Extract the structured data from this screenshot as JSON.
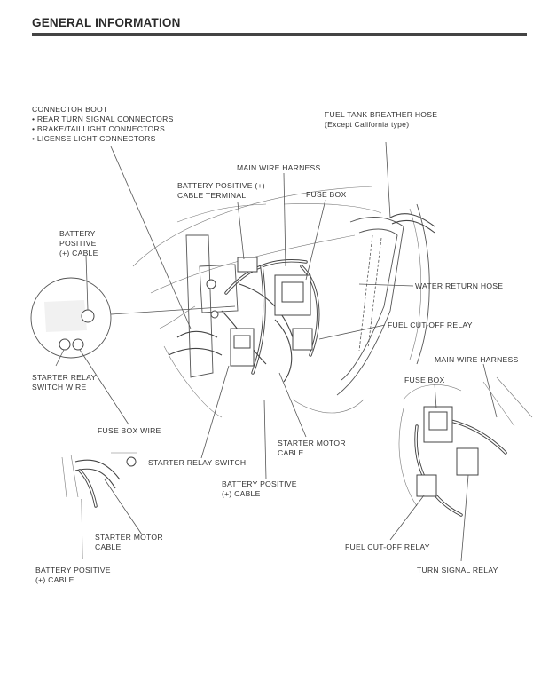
{
  "header": {
    "title": "GENERAL INFORMATION"
  },
  "labels": {
    "connector_boot": "CONNECTOR BOOT",
    "rear_turn_signal": "• REAR TURN SIGNAL CONNECTORS",
    "brake_taillight": "• BRAKE/TAILLIGHT CONNECTORS",
    "license_light": "• LICENSE LIGHT CONNECTORS",
    "fuel_tank_breather_line1": "FUEL TANK BREATHER HOSE",
    "fuel_tank_breather_line2": "(Except California type)",
    "main_wire_harness": "MAIN WIRE HARNESS",
    "battery_pos_terminal_line1": "BATTERY POSITIVE (+)",
    "battery_pos_terminal_line2": "CABLE TERMINAL",
    "fuse_box": "FUSE BOX",
    "battery_pos_cable_line1": "BATTERY",
    "battery_pos_cable_line2": "POSITIVE",
    "battery_pos_cable_line3": "(+) CABLE",
    "water_return_hose": "WATER RETURN HOSE",
    "fuel_cutoff_relay": "FUEL CUT-OFF RELAY",
    "main_wire_harness_2": "MAIN WIRE HARNESS",
    "fuse_box_2": "FUSE BOX",
    "starter_relay_switch_wire_line1": "STARTER RELAY",
    "starter_relay_switch_wire_line2": "SWITCH WIRE",
    "fuse_box_wire": "FUSE BOX WIRE",
    "starter_motor_cable_line1": "STARTER MOTOR",
    "starter_motor_cable_line2": "CABLE",
    "starter_relay_switch": "STARTER RELAY SWITCH",
    "battery_pos_cable_mid_line1": "BATTERY POSITIVE",
    "battery_pos_cable_mid_line2": "(+) CABLE",
    "starter_motor_cable_2_line1": "STARTER MOTOR",
    "starter_motor_cable_2_line2": "CABLE",
    "fuel_cutoff_relay_2": "FUEL CUT-OFF RELAY",
    "battery_pos_cable_bottom_line1": "BATTERY POSITIVE",
    "battery_pos_cable_bottom_line2": "(+) CABLE",
    "turn_signal_relay": "TURN SIGNAL RELAY"
  }
}
